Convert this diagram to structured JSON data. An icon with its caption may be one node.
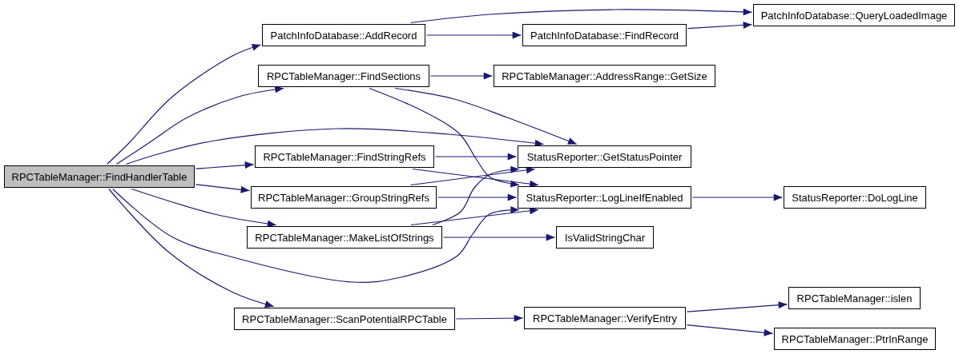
{
  "diagram": {
    "nodes": [
      {
        "text": [
          "RPCTableManager::FindHandlerTable"
        ]
      },
      {
        "text": [
          "PatchInfoDatabase::AddRecord"
        ]
      },
      {
        "text": [
          "RPCTableManager::FindSections"
        ]
      },
      {
        "text": [
          "RPCTableManager::FindStringRefs"
        ]
      },
      {
        "text": [
          "RPCTableManager::GroupStringRefs"
        ]
      },
      {
        "text": [
          "RPCTableManager::MakeListOfStrings"
        ]
      },
      {
        "text": [
          "RPCTableManager::ScanPotentialRPCTable"
        ]
      },
      {
        "text": [
          "PatchInfoDatabase::FindRecord"
        ]
      },
      {
        "text": [
          "PatchInfoDatabase::QueryLoadedImage"
        ]
      },
      {
        "text": [
          "RPCTableManager::AddressRange::GetSize"
        ]
      },
      {
        "text": [
          "StatusReporter::GetStatusPointer"
        ]
      },
      {
        "text": [
          "StatusReporter::LogLineIfEnabled"
        ]
      },
      {
        "text": [
          "IsValidStringChar"
        ]
      },
      {
        "text": [
          "RPCTableManager::VerifyEntry"
        ]
      },
      {
        "text": [
          "StatusReporter::DoLogLine"
        ]
      },
      {
        "text": [
          "RPCTableManager::islen"
        ]
      },
      {
        "text": [
          "RPCTableManager::PtrInRange"
        ]
      }
    ],
    "edges": [
      {
        "from": 0,
        "to": 1,
        "arrow": "to"
      },
      {
        "from": 0,
        "to": 2,
        "arrow": "to"
      },
      {
        "from": 0,
        "to": 10,
        "arrow": "to"
      },
      {
        "from": 0,
        "to": 3,
        "arrow": "to"
      },
      {
        "from": 0,
        "to": 4,
        "arrow": "to"
      },
      {
        "from": 0,
        "to": 5,
        "arrow": "to"
      },
      {
        "from": 0,
        "to": 11,
        "arrow": "to"
      },
      {
        "from": 0,
        "to": 6,
        "arrow": "to"
      },
      {
        "from": 1,
        "to": 7,
        "arrow": "to"
      },
      {
        "from": 1,
        "to": 8,
        "arrow": "to"
      },
      {
        "from": 7,
        "to": 8,
        "arrow": "to"
      },
      {
        "from": 2,
        "to": 9,
        "arrow": "to"
      },
      {
        "from": 2,
        "to": 10,
        "arrow": "to"
      },
      {
        "from": 2,
        "to": 11,
        "arrow": "to"
      },
      {
        "from": 3,
        "to": 10,
        "arrow": "to"
      },
      {
        "from": 3,
        "to": 11,
        "arrow": "to"
      },
      {
        "from": 4,
        "to": 10,
        "arrow": "to"
      },
      {
        "from": 4,
        "to": 11,
        "arrow": "to"
      },
      {
        "from": 5,
        "to": 10,
        "arrow": "to"
      },
      {
        "from": 5,
        "to": 11,
        "arrow": "to"
      },
      {
        "from": 5,
        "to": 12,
        "arrow": "to"
      },
      {
        "from": 11,
        "to": 14,
        "arrow": "to"
      },
      {
        "from": 6,
        "to": 13,
        "arrow": "to"
      },
      {
        "from": 13,
        "to": 15,
        "arrow": "to"
      },
      {
        "from": 13,
        "to": 16,
        "arrow": "to"
      }
    ]
  }
}
